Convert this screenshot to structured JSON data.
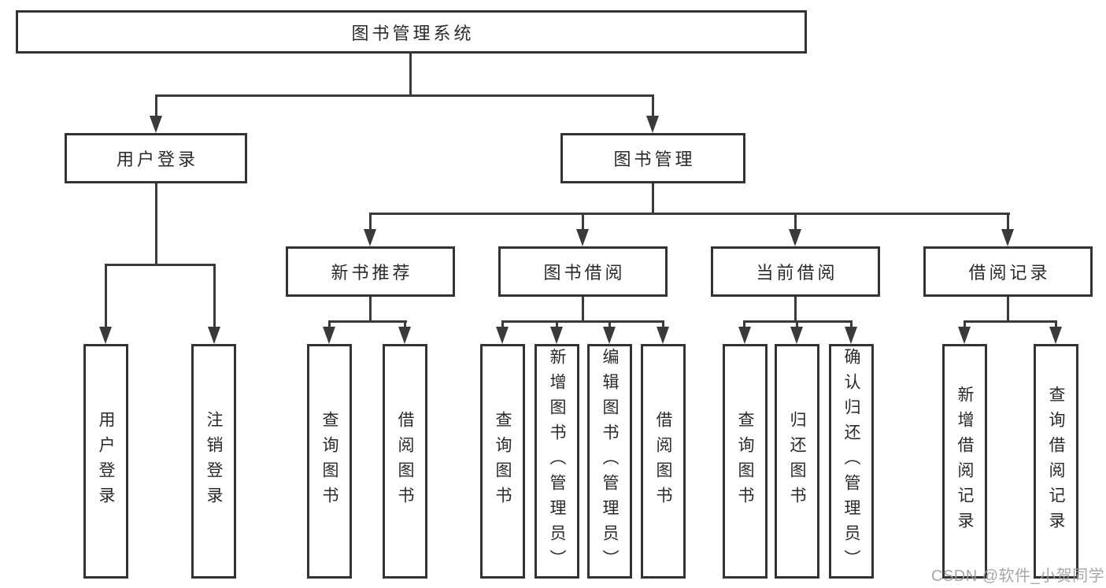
{
  "diagram": {
    "root": {
      "label": "图书管理系统"
    },
    "level2": {
      "user_login": {
        "label": "用户登录"
      },
      "book_mgmt": {
        "label": "图书管理"
      }
    },
    "level3": {
      "new_books": {
        "label": "新书推荐"
      },
      "book_borrow": {
        "label": "图书借阅"
      },
      "current_borrow": {
        "label": "当前借阅"
      },
      "borrow_records": {
        "label": "借阅记录"
      }
    },
    "leaves": {
      "user_login_leaf": {
        "label": "用户登录"
      },
      "logout": {
        "label": "注销登录"
      },
      "nb_query": {
        "label": "查询图书"
      },
      "nb_borrow": {
        "label": "借阅图书"
      },
      "bb_query": {
        "label": "查询图书"
      },
      "bb_add": {
        "label": "新增图书（管理员）"
      },
      "bb_edit": {
        "label": "编辑图书（管理员）"
      },
      "bb_borrow": {
        "label": "借阅图书"
      },
      "cb_query": {
        "label": "查询图书"
      },
      "cb_return": {
        "label": "归还图书"
      },
      "cb_confirm": {
        "label": "确认归还（管理员）"
      },
      "br_add": {
        "label": "新增借阅记录"
      },
      "br_query": {
        "label": "查询借阅记录"
      }
    }
  },
  "watermark": {
    "text": "CSDN @软件_小贺同学"
  },
  "colors": {
    "background": "#ffffff",
    "box_border": "#333333",
    "connector_line": "#3a3a3a",
    "text": "#2a2a2a",
    "watermark": "#9e9e9e"
  }
}
